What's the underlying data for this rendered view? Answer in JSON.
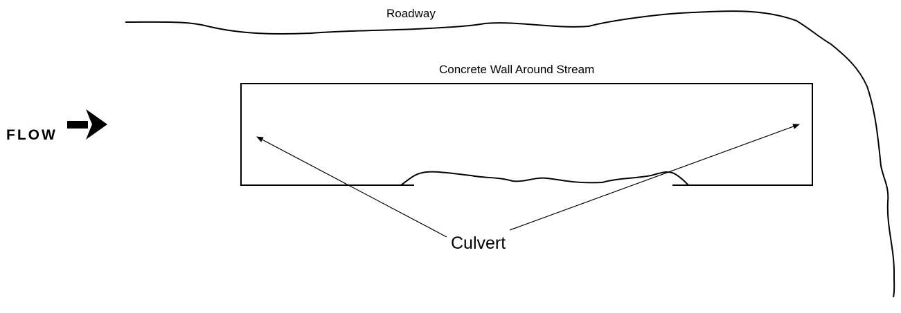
{
  "labels": {
    "roadway": "Roadway",
    "wall": "Concrete Wall Around Stream",
    "culvert": "Culvert",
    "flow": "FLOW"
  },
  "colors": {
    "stroke": "#000000",
    "background": "#ffffff"
  },
  "icons": {
    "flow_direction": "right-arrow-icon"
  }
}
